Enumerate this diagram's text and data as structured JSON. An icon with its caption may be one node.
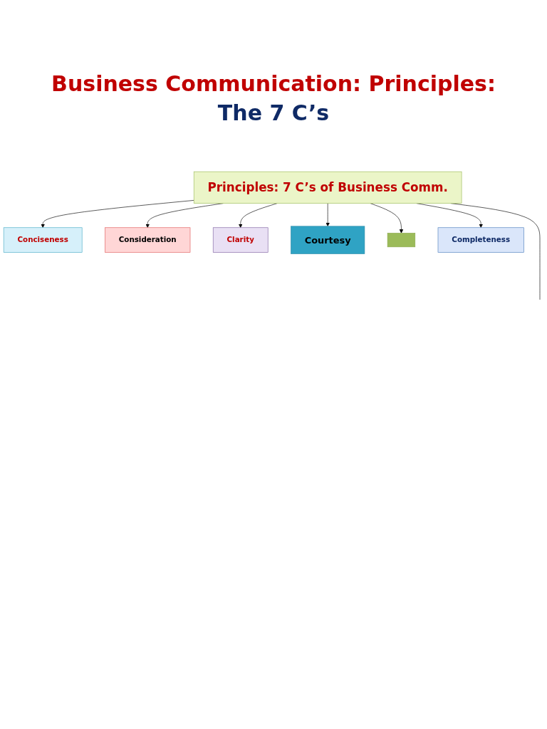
{
  "diagram": {
    "title": "Business Communication: Principles:",
    "nodes": [
      {
        "text": [
          "Principles: 7 C’s of Business Comm."
        ]
      },
      {
        "text": [
          "Conciseness"
        ]
      },
      {
        "text": [
          "Consideration"
        ]
      },
      {
        "text": [
          "Clarity"
        ]
      },
      {
        "text": [
          "Courtesy"
        ]
      },
      {
        "text": [],
        "shape": "box"
      },
      {
        "text": [
          "Completeness"
        ]
      }
    ],
    "edges": [
      {
        "from": 0,
        "to": 1,
        "arrow": "to"
      },
      {
        "from": 0,
        "to": 2,
        "arrow": "to"
      },
      {
        "from": 0,
        "to": 3,
        "arrow": "to"
      },
      {
        "from": 0,
        "to": 4,
        "arrow": "to"
      },
      {
        "from": 0,
        "to": 5,
        "arrow": "to"
      },
      {
        "from": 0,
        "to": null,
        "arrow": "none"
      },
      {
        "from": 0,
        "to": 6,
        "arrow": "to"
      }
    ],
    "labels": [
      "The 7 C’s"
    ]
  }
}
